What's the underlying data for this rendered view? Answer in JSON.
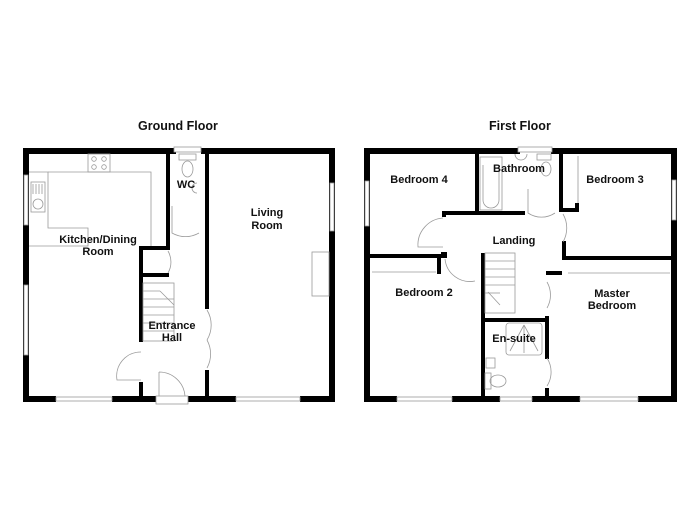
{
  "plan": {
    "floors": [
      {
        "title": "Ground Floor",
        "rooms": [
          {
            "label": "Kitchen/Dining",
            "label2": "Room"
          },
          {
            "label": "WC"
          },
          {
            "label": "Living",
            "label2": "Room"
          },
          {
            "label": "Entrance",
            "label2": "Hall"
          }
        ]
      },
      {
        "title": "First Floor",
        "rooms": [
          {
            "label": "Bedroom 4"
          },
          {
            "label": "Bathroom"
          },
          {
            "label": "Bedroom 3"
          },
          {
            "label": "Landing"
          },
          {
            "label": "Bedroom 2"
          },
          {
            "label": "Master",
            "label2": "Bedroom"
          },
          {
            "label": "En-suite"
          }
        ]
      }
    ],
    "colors": {
      "wall": "#000000",
      "fixture_line": "#9a9a9a",
      "background": "#ffffff"
    }
  }
}
